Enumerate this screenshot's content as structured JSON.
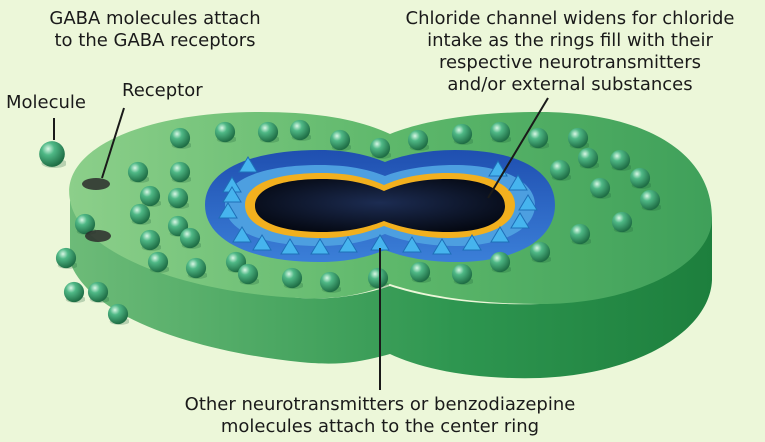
{
  "labels": {
    "gaba_attach": "GABA molecules attach\nto the GABA receptors",
    "chloride_channel": "Chloride channel widens for chloride\nintake as the rings fill with their\nrespective neurotransmitters\nand/or external substances",
    "molecule": "Molecule",
    "receptor": "Receptor",
    "center_ring": "Other neurotransmitters or benzodiazepine\nmolecules attach to the center ring"
  },
  "colors": {
    "background": "#ecf7d9",
    "membrane_top": "#6fbf75",
    "membrane_side": "#2f9a4e",
    "ring_outer": "#2f62c6",
    "ring_inner": "#55a8e6",
    "channel_rim": "#f2b01e",
    "channel_hole": "#0b1530",
    "molecule": "#2a8f60",
    "receptor_triangle": "#3aa7e6",
    "receptor_dark": "#2a2a2a"
  }
}
